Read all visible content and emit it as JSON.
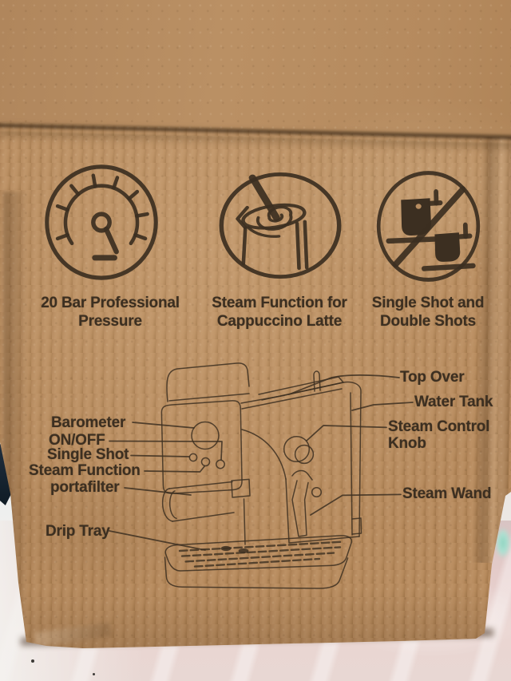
{
  "box_print": {
    "ink_color": "#3c2f21",
    "cardboard_color": "#b78c60",
    "features": [
      {
        "icon": "pressure-gauge-icon",
        "line1": "20 Bar Professional",
        "line2": "Pressure"
      },
      {
        "icon": "milk-pitcher-steam-icon",
        "line1": "Steam Function for",
        "line2": "Cappuccino Latte"
      },
      {
        "icon": "single-double-shot-cups-icon",
        "line1": "Single Shot and",
        "line2": "Double Shots"
      }
    ],
    "machine_diagram": {
      "left_labels": [
        {
          "text": "Barometer"
        },
        {
          "text": "ON/OFF"
        },
        {
          "text": "Single Shot"
        },
        {
          "text": "Steam Function"
        },
        {
          "text": "portafilter"
        },
        {
          "text": "Drip Tray"
        }
      ],
      "right_labels": [
        {
          "text": "Top Over"
        },
        {
          "text": "Water Tank"
        },
        {
          "text": "Steam Control Knob"
        },
        {
          "text": "Steam Wand"
        }
      ]
    }
  },
  "photo_environment": {
    "surface_pink": "#e7cecb",
    "background_white": "#eef0ee",
    "dark_sliver": "#16222e",
    "teal_glimpse": "#8fd4c0"
  }
}
